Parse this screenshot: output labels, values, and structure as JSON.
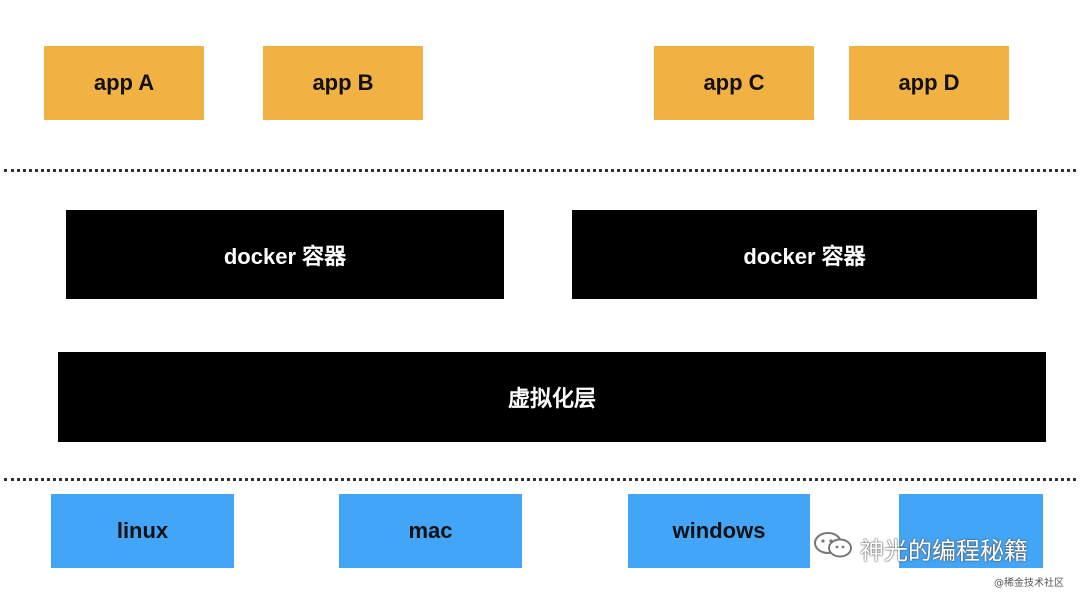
{
  "apps": [
    "app A",
    "app B",
    "app C",
    "app D"
  ],
  "containers": [
    "docker 容器",
    "docker 容器"
  ],
  "virtualization_layer": "虚拟化层",
  "platforms": [
    "linux",
    "mac",
    "windows",
    ""
  ],
  "watermark": {
    "text": "神光的编程秘籍",
    "icon": "wechat-icon",
    "credit": "@稀金技术社区"
  },
  "colors": {
    "app": "#f2b143",
    "container": "#000000",
    "virtualization": "#000000",
    "platform": "#42a5f7",
    "separator": "#333333"
  }
}
